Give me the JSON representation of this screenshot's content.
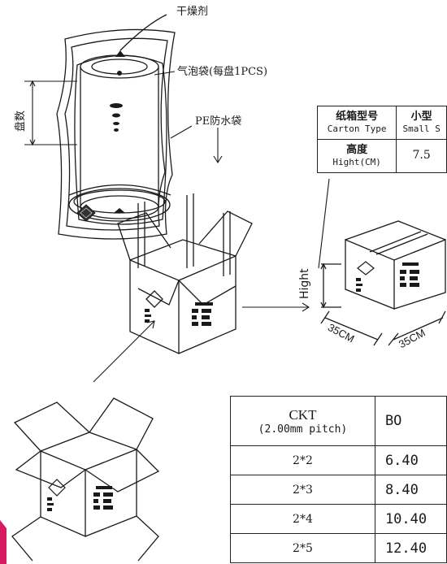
{
  "labels": {
    "desiccant": "干燥剂",
    "bubble_bag": "气泡袋(每盘1PCS)",
    "pe_bag": "PE防水袋",
    "reel_count": "盘数",
    "height": "Hight",
    "width_dim": "35CM",
    "depth_dim": "35CM"
  },
  "carton_table": {
    "type_zh": "纸箱型号",
    "type_en": "Carton Type",
    "small_zh": "小型",
    "small_en": "Small S",
    "height_zh": "高度",
    "height_en": "Hight(CM)",
    "height_value": "7.5"
  },
  "ckt_table": {
    "header_main": "CKT",
    "header_sub": "(2.00mm pitch)",
    "header_right": "BO",
    "rows": [
      {
        "ckt": "2*2",
        "value": "6.40"
      },
      {
        "ckt": "2*3",
        "value": "8.40"
      },
      {
        "ckt": "2*4",
        "value": "10.40"
      },
      {
        "ckt": "2*5",
        "value": "12.40"
      }
    ]
  },
  "colors": {
    "line": "#1a1a1a",
    "accent_edge": "#d81b60"
  }
}
